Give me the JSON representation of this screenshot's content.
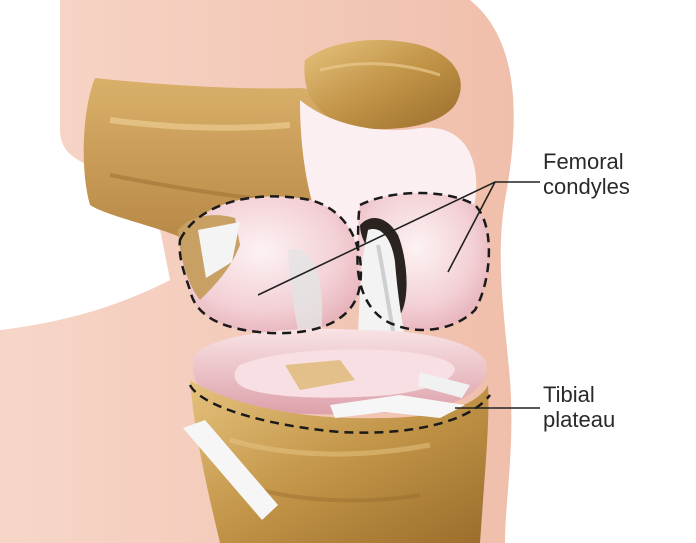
{
  "labels": {
    "femoral": {
      "line1": "Femoral",
      "line2": "condyles"
    },
    "tibial": {
      "line1": "Tibial",
      "line2": "plateau"
    }
  },
  "colors": {
    "skin": "#f3c9b7",
    "skin_light": "#f8ddd0",
    "bone": "#c59a52",
    "bone_dark": "#9b6f2f",
    "bone_light": "#e8c685",
    "cartilage": "#f4d2d6",
    "cartilage_white": "#fbecef",
    "ligament": "#f2f2f2",
    "meniscus": "#e9b8bd",
    "dash": "#1a1a1a",
    "leader": "#222222"
  }
}
